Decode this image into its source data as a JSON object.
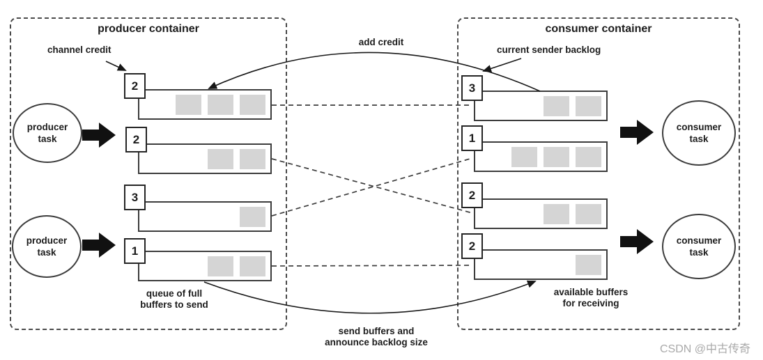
{
  "producer": {
    "title": "producer container",
    "annotation": "channel credit",
    "task_line1": "producer",
    "task_line2": "task",
    "caption_line1": "queue of full",
    "caption_line2": "buffers to send",
    "queues": [
      {
        "credit": "2",
        "buffers": 3
      },
      {
        "credit": "2",
        "buffers": 2
      },
      {
        "credit": "3",
        "buffers": 1
      },
      {
        "credit": "1",
        "buffers": 2
      }
    ]
  },
  "consumer": {
    "title": "consumer container",
    "annotation": "current sender backlog",
    "task_line1": "consumer",
    "task_line2": "task",
    "caption_line1": "available buffers",
    "caption_line2": "for receiving",
    "queues": [
      {
        "backlog": "3",
        "buffers": 2
      },
      {
        "backlog": "1",
        "buffers": 3
      },
      {
        "backlog": "2",
        "buffers": 2
      },
      {
        "backlog": "2",
        "buffers": 1
      }
    ]
  },
  "flows": {
    "add_credit": "add credit",
    "send_buffers_line1": "send buffers and",
    "send_buffers_line2": "announce backlog size",
    "connections": [
      [
        1,
        1
      ],
      [
        2,
        3
      ],
      [
        3,
        2
      ],
      [
        4,
        4
      ]
    ]
  },
  "watermark": "CSDN @中古传奇",
  "colors": {
    "buffer_fill": "#d5d5d5",
    "line": "#1c1c1c",
    "dashed_border": "#4a4a4a",
    "watermark": "#a9a9a9",
    "background": "#ffffff"
  }
}
